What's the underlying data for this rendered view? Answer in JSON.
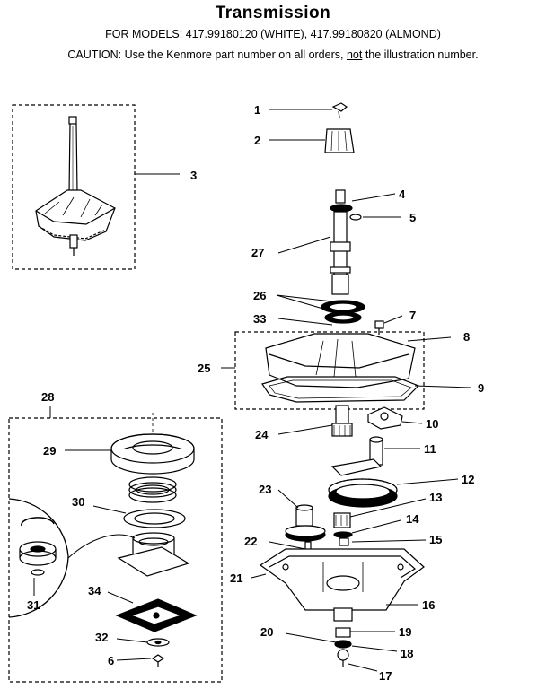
{
  "header": {
    "title": "Transmission",
    "models": "FOR MODELS:  417.99180120 (WHITE), 417.99180820 (ALMOND)",
    "caution_prefix": "CAUTION:  Use the Kenmore part number on all orders, ",
    "caution_emphasis": "not",
    "caution_suffix": " the illustration number."
  },
  "callouts": [
    "1",
    "2",
    "3",
    "4",
    "5",
    "6",
    "7",
    "8",
    "9",
    "10",
    "11",
    "12",
    "13",
    "14",
    "15",
    "16",
    "17",
    "18",
    "19",
    "20",
    "21",
    "22",
    "23",
    "24",
    "25",
    "26",
    "27",
    "28",
    "29",
    "30",
    "31",
    "32",
    "33",
    "34"
  ]
}
